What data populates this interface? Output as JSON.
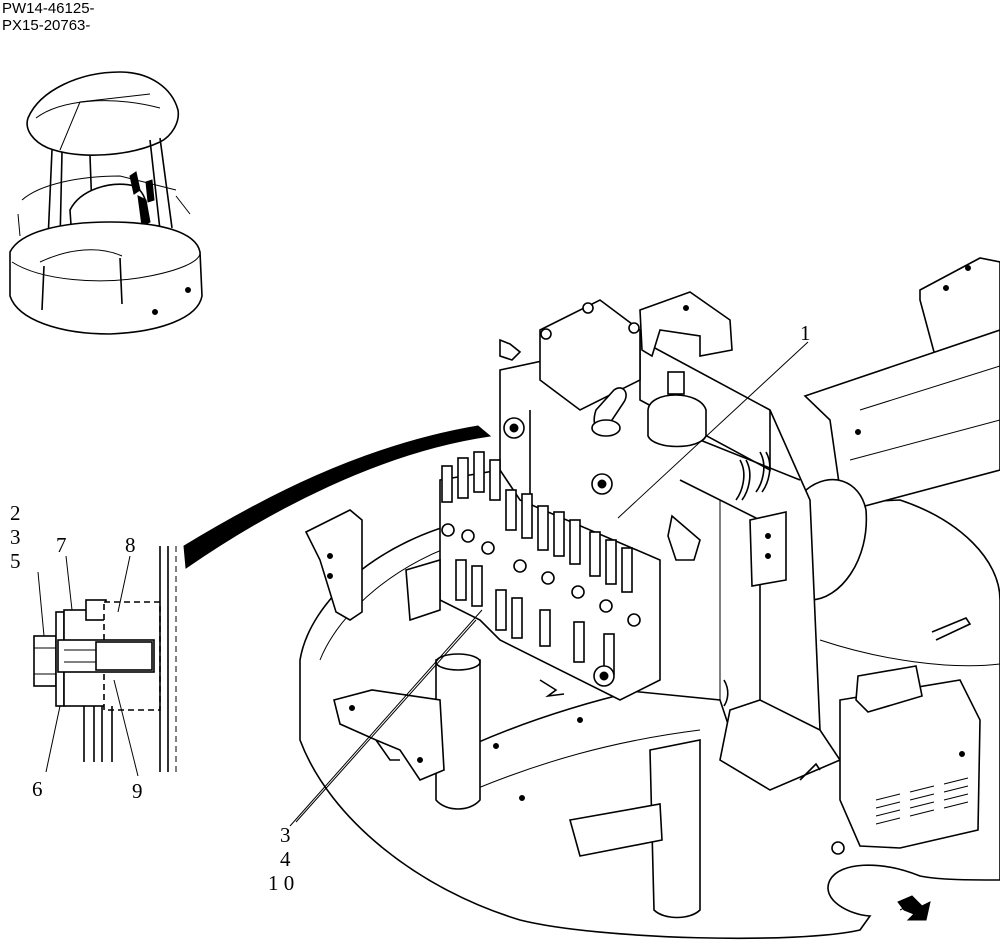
{
  "header": {
    "serial_1": "PW14-46125-",
    "serial_2": "PX15-20763-"
  },
  "callouts": {
    "c1": "1",
    "c2": "2",
    "c3": "3",
    "c5": "5",
    "c7": "7",
    "c8": "8",
    "c6": "6",
    "c9": "9",
    "c3b": "3",
    "c4": "4",
    "c10": "1 0"
  }
}
